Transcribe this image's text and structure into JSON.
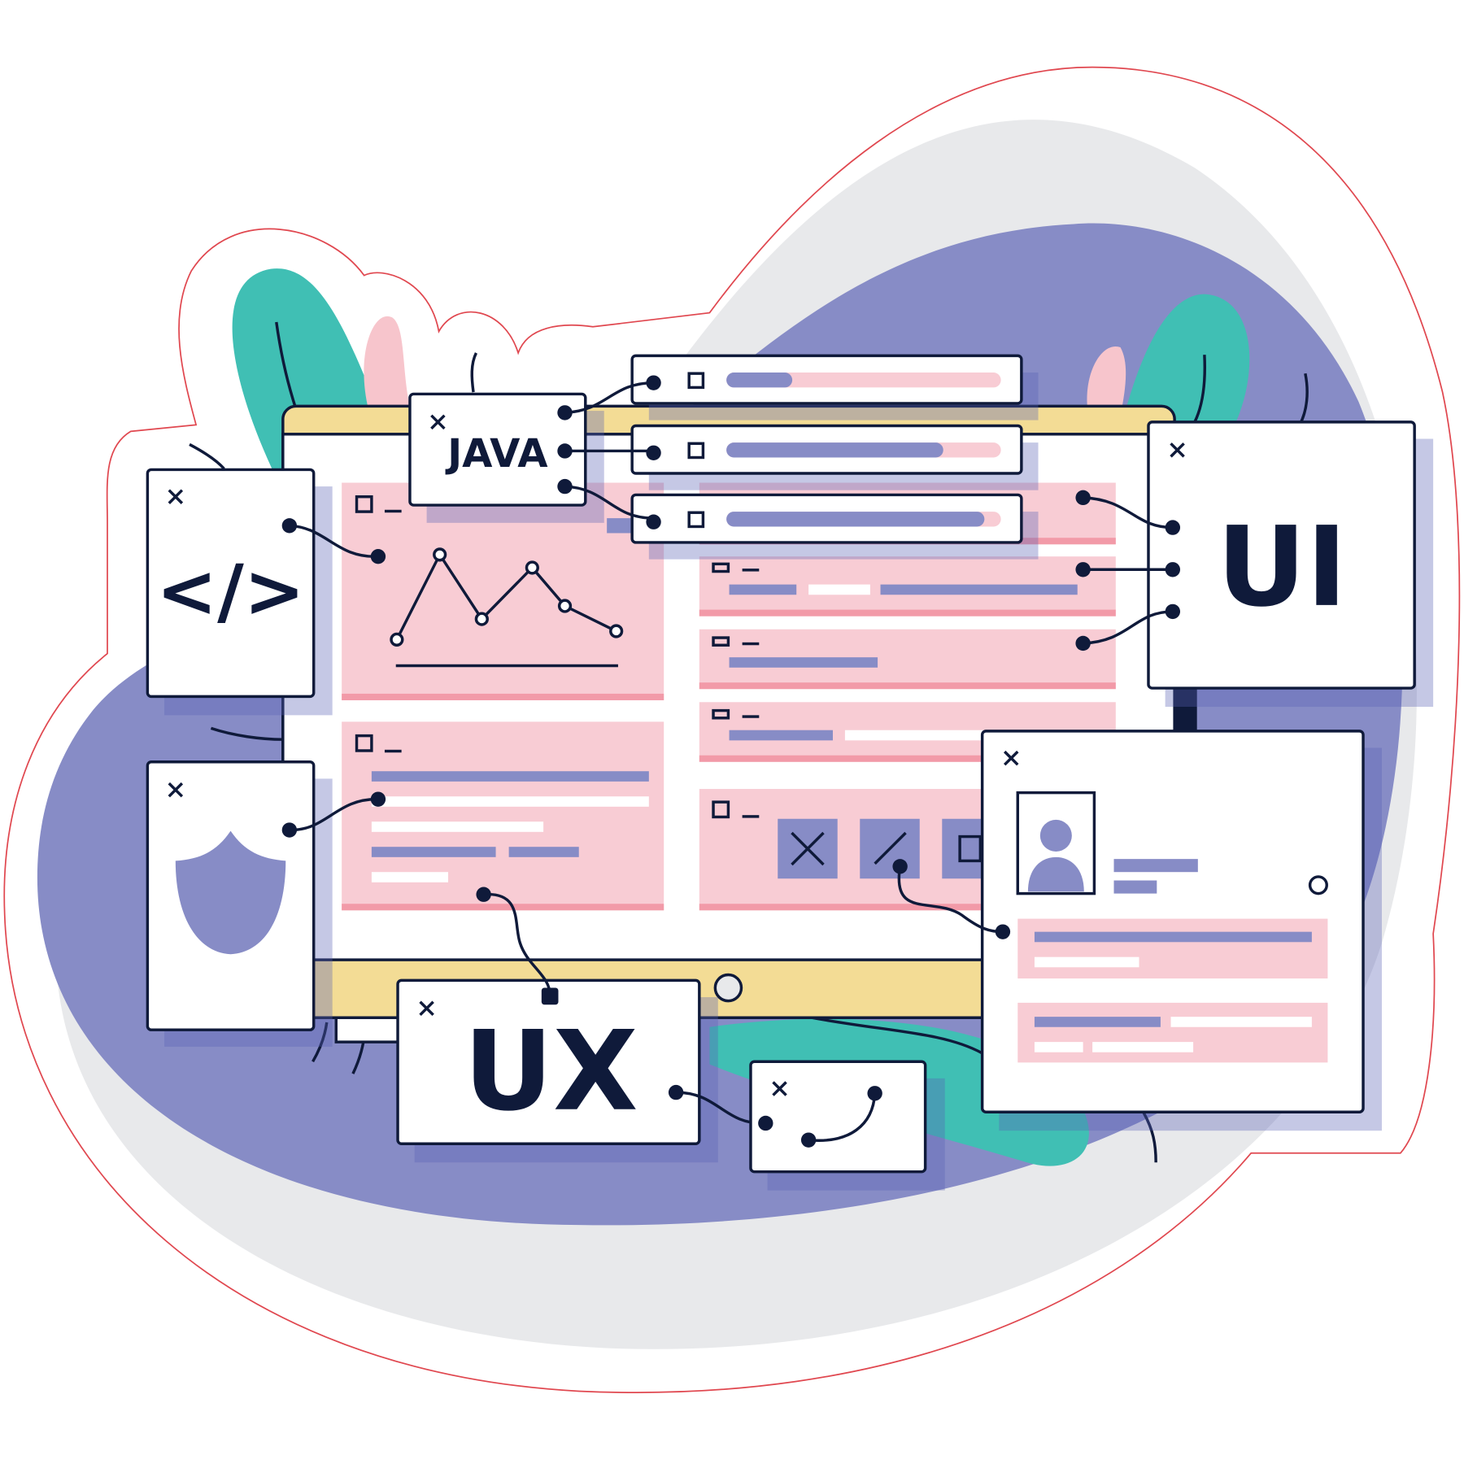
{
  "illustration": {
    "code_window": {
      "symbol": "</>"
    },
    "java_window": {
      "label": "JAVA"
    },
    "ui_window": {
      "label": "UI"
    },
    "ux_window": {
      "label": "UX"
    },
    "progress_windows": [
      {
        "progress": 0.24
      },
      {
        "progress": 0.79
      },
      {
        "progress": 0.94
      }
    ],
    "colors": {
      "outline": "#0f1a3a",
      "purple": "#878cc6",
      "teal": "#40bfb4",
      "pink": "#f8ccd4",
      "pink_stripe": "#f29aa8",
      "yellow": "#f3dc95",
      "gray": "#e8e9eb"
    }
  }
}
